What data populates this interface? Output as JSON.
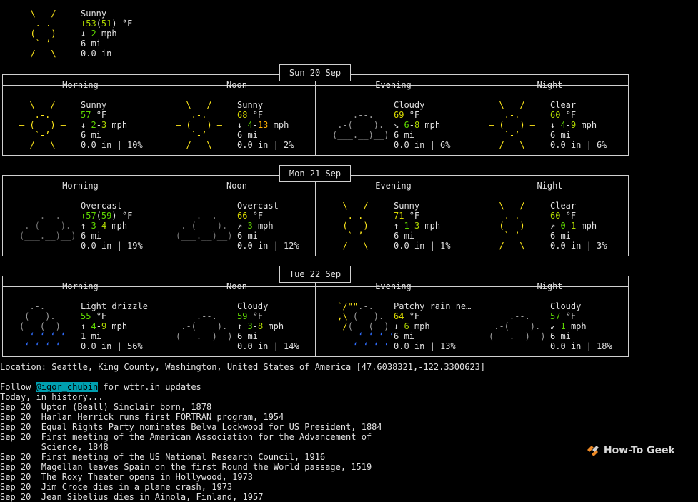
{
  "current": {
    "icon": "sunny",
    "condition": "Sunny",
    "temp_main": "+53",
    "temp_feels": "51",
    "temp_unit": "°F",
    "wind_dir": "↓",
    "wind_speed": "2",
    "wind_unit": "mph",
    "visibility": "6 mi",
    "precip": "0.0 in"
  },
  "columns": [
    "Morning",
    "Noon",
    "Evening",
    "Night"
  ],
  "days": [
    {
      "date": "Sun 20 Sep",
      "periods": [
        {
          "icon": "sunny",
          "condition": "Sunny",
          "temp": "57",
          "temp_unit": "°F",
          "wind_dir": "↓",
          "wind": "2-3",
          "wind_unit": "mph",
          "visibility": "6 mi",
          "precip": "0.0 in | 10%"
        },
        {
          "icon": "sunny",
          "condition": "Sunny",
          "temp": "68",
          "temp_unit": "°F",
          "wind_dir": "↓",
          "wind": "4-13",
          "wind_unit": "mph",
          "visibility": "6 mi",
          "precip": "0.0 in | 2%"
        },
        {
          "icon": "cloudy",
          "condition": "Cloudy",
          "temp": "69",
          "temp_unit": "°F",
          "wind_dir": "↘",
          "wind": "6-8",
          "wind_unit": "mph",
          "visibility": "6 mi",
          "precip": "0.0 in | 6%"
        },
        {
          "icon": "sunny",
          "condition": "Clear",
          "temp": "60",
          "temp_unit": "°F",
          "wind_dir": "↓",
          "wind": "4-9",
          "wind_unit": "mph",
          "visibility": "6 mi",
          "precip": "0.0 in | 6%"
        }
      ]
    },
    {
      "date": "Mon 21 Sep",
      "periods": [
        {
          "icon": "overcast",
          "condition": "Overcast",
          "temp": "+57(59)",
          "temp_unit": "°F",
          "wind_dir": "↑",
          "wind": "3-4",
          "wind_unit": "mph",
          "visibility": "6 mi",
          "precip": "0.0 in | 19%"
        },
        {
          "icon": "overcast",
          "condition": "Overcast",
          "temp": "66",
          "temp_unit": "°F",
          "wind_dir": "↗",
          "wind": "3",
          "wind_unit": "mph",
          "visibility": "6 mi",
          "precip": "0.0 in | 12%"
        },
        {
          "icon": "sunny",
          "condition": "Sunny",
          "temp": "71",
          "temp_unit": "°F",
          "wind_dir": "↑",
          "wind": "1-3",
          "wind_unit": "mph",
          "visibility": "6 mi",
          "precip": "0.0 in | 1%"
        },
        {
          "icon": "sunny",
          "condition": "Clear",
          "temp": "60",
          "temp_unit": "°F",
          "wind_dir": "↗",
          "wind": "0-1",
          "wind_unit": "mph",
          "visibility": "6 mi",
          "precip": "0.0 in | 3%"
        }
      ]
    },
    {
      "date": "Tue 22 Sep",
      "periods": [
        {
          "icon": "drizzle",
          "condition": "Light drizzle",
          "temp": "55",
          "temp_unit": "°F",
          "wind_dir": "↑",
          "wind": "4-9",
          "wind_unit": "mph",
          "visibility": "1 mi",
          "precip": "0.0 in | 56%"
        },
        {
          "icon": "cloudy",
          "condition": "Cloudy",
          "temp": "59",
          "temp_unit": "°F",
          "wind_dir": "↑",
          "wind": "3-8",
          "wind_unit": "mph",
          "visibility": "6 mi",
          "precip": "0.0 in | 14%"
        },
        {
          "icon": "patchy",
          "condition": "Patchy rain ne…",
          "temp": "64",
          "temp_unit": "°F",
          "wind_dir": "↓",
          "wind": "6",
          "wind_unit": "mph",
          "visibility": "6 mi",
          "precip": "0.0 in | 13%"
        },
        {
          "icon": "cloudy",
          "condition": "Cloudy",
          "temp": "57",
          "temp_unit": "°F",
          "wind_dir": "↙",
          "wind": "1",
          "wind_unit": "mph",
          "visibility": "6 mi",
          "precip": "0.0 in | 18%"
        }
      ]
    }
  ],
  "location_line": "Location: Seattle, King County, Washington, United States of America [47.6038321,-122.3300623]",
  "follow": {
    "prefix": "Follow ",
    "handle": "@igor_chubin",
    "suffix": " for wttr.in updates"
  },
  "history_title": "Today, in history...",
  "history": [
    {
      "date": "Sep 20",
      "text": "Upton (Beall) Sinclair born, 1878"
    },
    {
      "date": "Sep 20",
      "text": "Harlan Herrick runs first FORTRAN program, 1954"
    },
    {
      "date": "Sep 20",
      "text": "Equal Rights Party nominates Belva Lockwood for US President, 1884"
    },
    {
      "date": "Sep 20",
      "text": "First meeting of the American Association for the Advancement of"
    },
    {
      "date": "",
      "text": "Science, 1848"
    },
    {
      "date": "Sep 20",
      "text": "First meeting of the US National Research Council, 1916"
    },
    {
      "date": "Sep 20",
      "text": "Magellan leaves Spain on the first Round the World passage, 1519"
    },
    {
      "date": "Sep 20",
      "text": "The Roxy Theater opens in Hollywood, 1973"
    },
    {
      "date": "Sep 20",
      "text": "Jim Croce dies in a plane crash, 1973"
    },
    {
      "date": "Sep 20",
      "text": "Jean Sibelius dies in Ainola, Finland, 1957"
    }
  ],
  "watermark": "How-To Geek",
  "colors": {
    "sun": "#ffe81a",
    "cloud": "#9e9e9e",
    "temp_green": "#5fd700",
    "temp_yellow": "#afd700",
    "wind_orange": "#ffaf00",
    "rain_blue": "#2f6dff",
    "handle_bg": "#00a0b0"
  }
}
